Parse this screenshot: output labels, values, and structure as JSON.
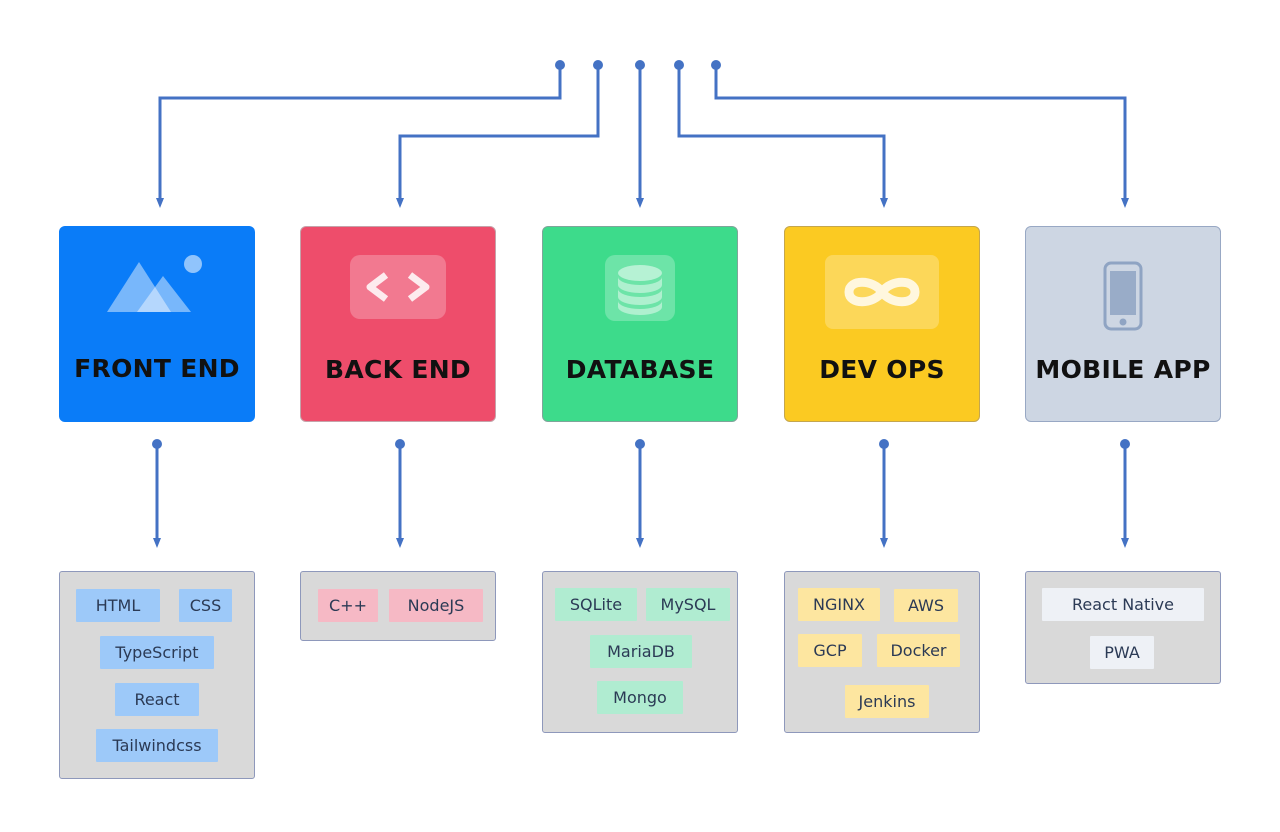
{
  "colors": {
    "connector": "#4472c4",
    "front_end": "#0a7cf8",
    "back_end": "#ee4d6b",
    "database": "#3ddb8b",
    "dev_ops": "#fbca22",
    "mobile_app": "#cdd6e3",
    "panel": "#d9d9d9"
  },
  "categories": [
    {
      "key": "front_end",
      "title": "FRONT END",
      "icon": "image-icon",
      "items": [
        "HTML",
        "CSS",
        "TypeScript",
        "React",
        "Tailwindcss"
      ]
    },
    {
      "key": "back_end",
      "title": "BACK END",
      "icon": "code-icon",
      "items": [
        "C++",
        "NodeJS"
      ]
    },
    {
      "key": "database",
      "title": "DATABASE",
      "icon": "database-icon",
      "items": [
        "SQLite",
        "MySQL",
        "MariaDB",
        "Mongo"
      ]
    },
    {
      "key": "dev_ops",
      "title": "DEV OPS",
      "icon": "infinity-icon",
      "items": [
        "NGINX",
        "AWS",
        "GCP",
        "Docker",
        "Jenkins"
      ]
    },
    {
      "key": "mobile_app",
      "title": "MOBILE APP",
      "icon": "smartphone-icon",
      "items": [
        "React Native",
        "PWA"
      ]
    }
  ]
}
